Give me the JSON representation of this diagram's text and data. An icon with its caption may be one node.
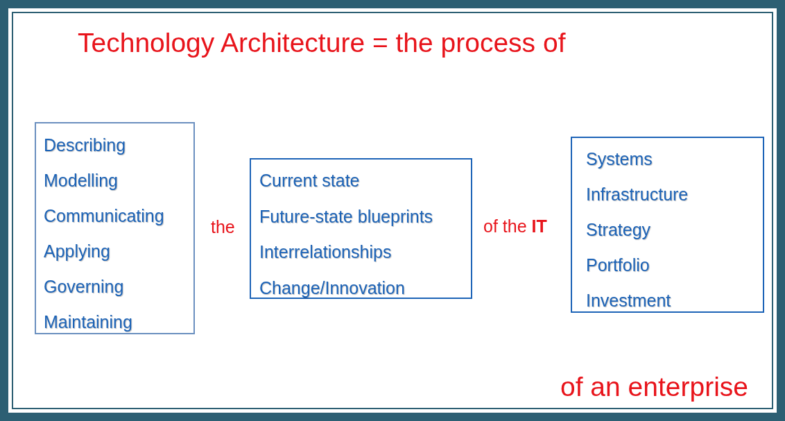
{
  "diagram": {
    "title": "Technology Architecture = the process of",
    "nodes": [
      {
        "text": [
          "Describing",
          "Modelling",
          "Communicating",
          "Applying",
          "Governing",
          "Maintaining"
        ]
      },
      {
        "text": [
          "Current state",
          "Future-state blueprints",
          "Interrelationships",
          "Change/Innovation"
        ]
      },
      {
        "text": [
          "Systems",
          "Infrastructure",
          "Strategy",
          "Portfolio",
          "Investment"
        ]
      }
    ],
    "labels": [
      "the",
      "of the **IT**",
      "of an enterprise"
    ]
  }
}
